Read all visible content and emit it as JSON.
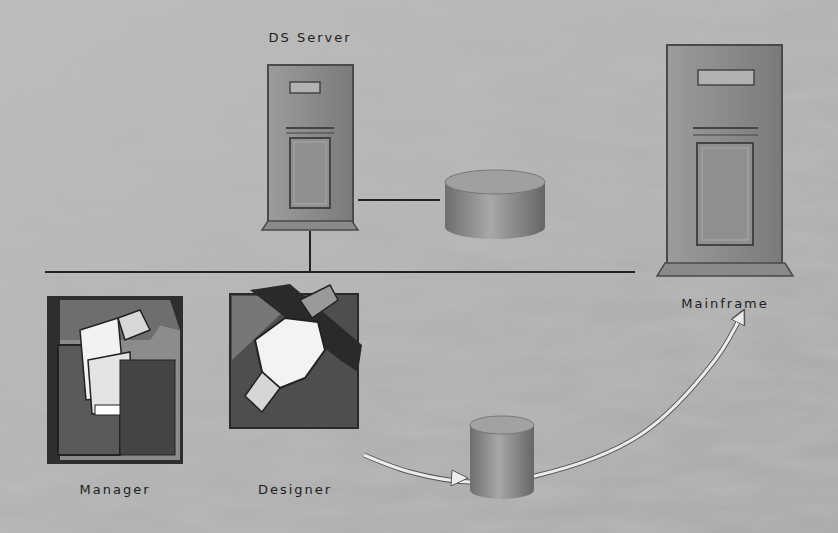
{
  "diagram": {
    "nodes": [
      {
        "text": [
          "DS Server"
        ]
      },
      {
        "text": [
          "Mainframe"
        ]
      },
      {
        "text": [
          "Manager"
        ]
      },
      {
        "text": [
          "Designer"
        ]
      }
    ],
    "edges": [
      {
        "from": 3,
        "to": 1,
        "arrow": "to"
      }
    ]
  }
}
